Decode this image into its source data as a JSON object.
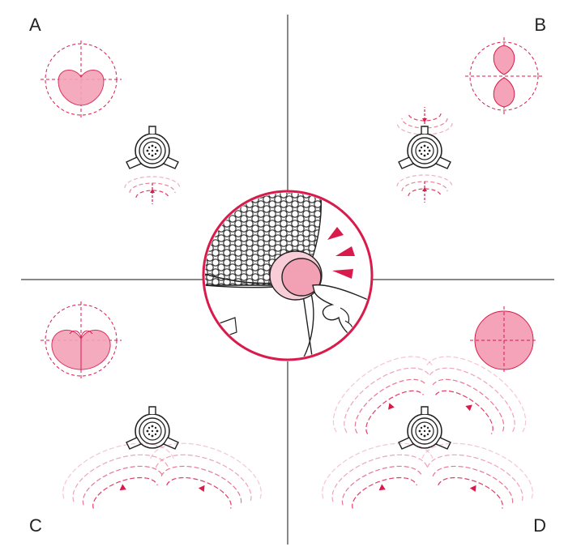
{
  "labels": {
    "a": "A",
    "b": "B",
    "c": "C",
    "d": "D"
  },
  "colors": {
    "accent": "#d81b4b",
    "pattern_fill": "#f4a3b8",
    "button_fill": "#f2a0b4",
    "line": "#888888",
    "outline": "#222222"
  },
  "icons": {
    "mic_top_view": "microphone-top-icon",
    "hand": "hand-pressing-icon"
  }
}
